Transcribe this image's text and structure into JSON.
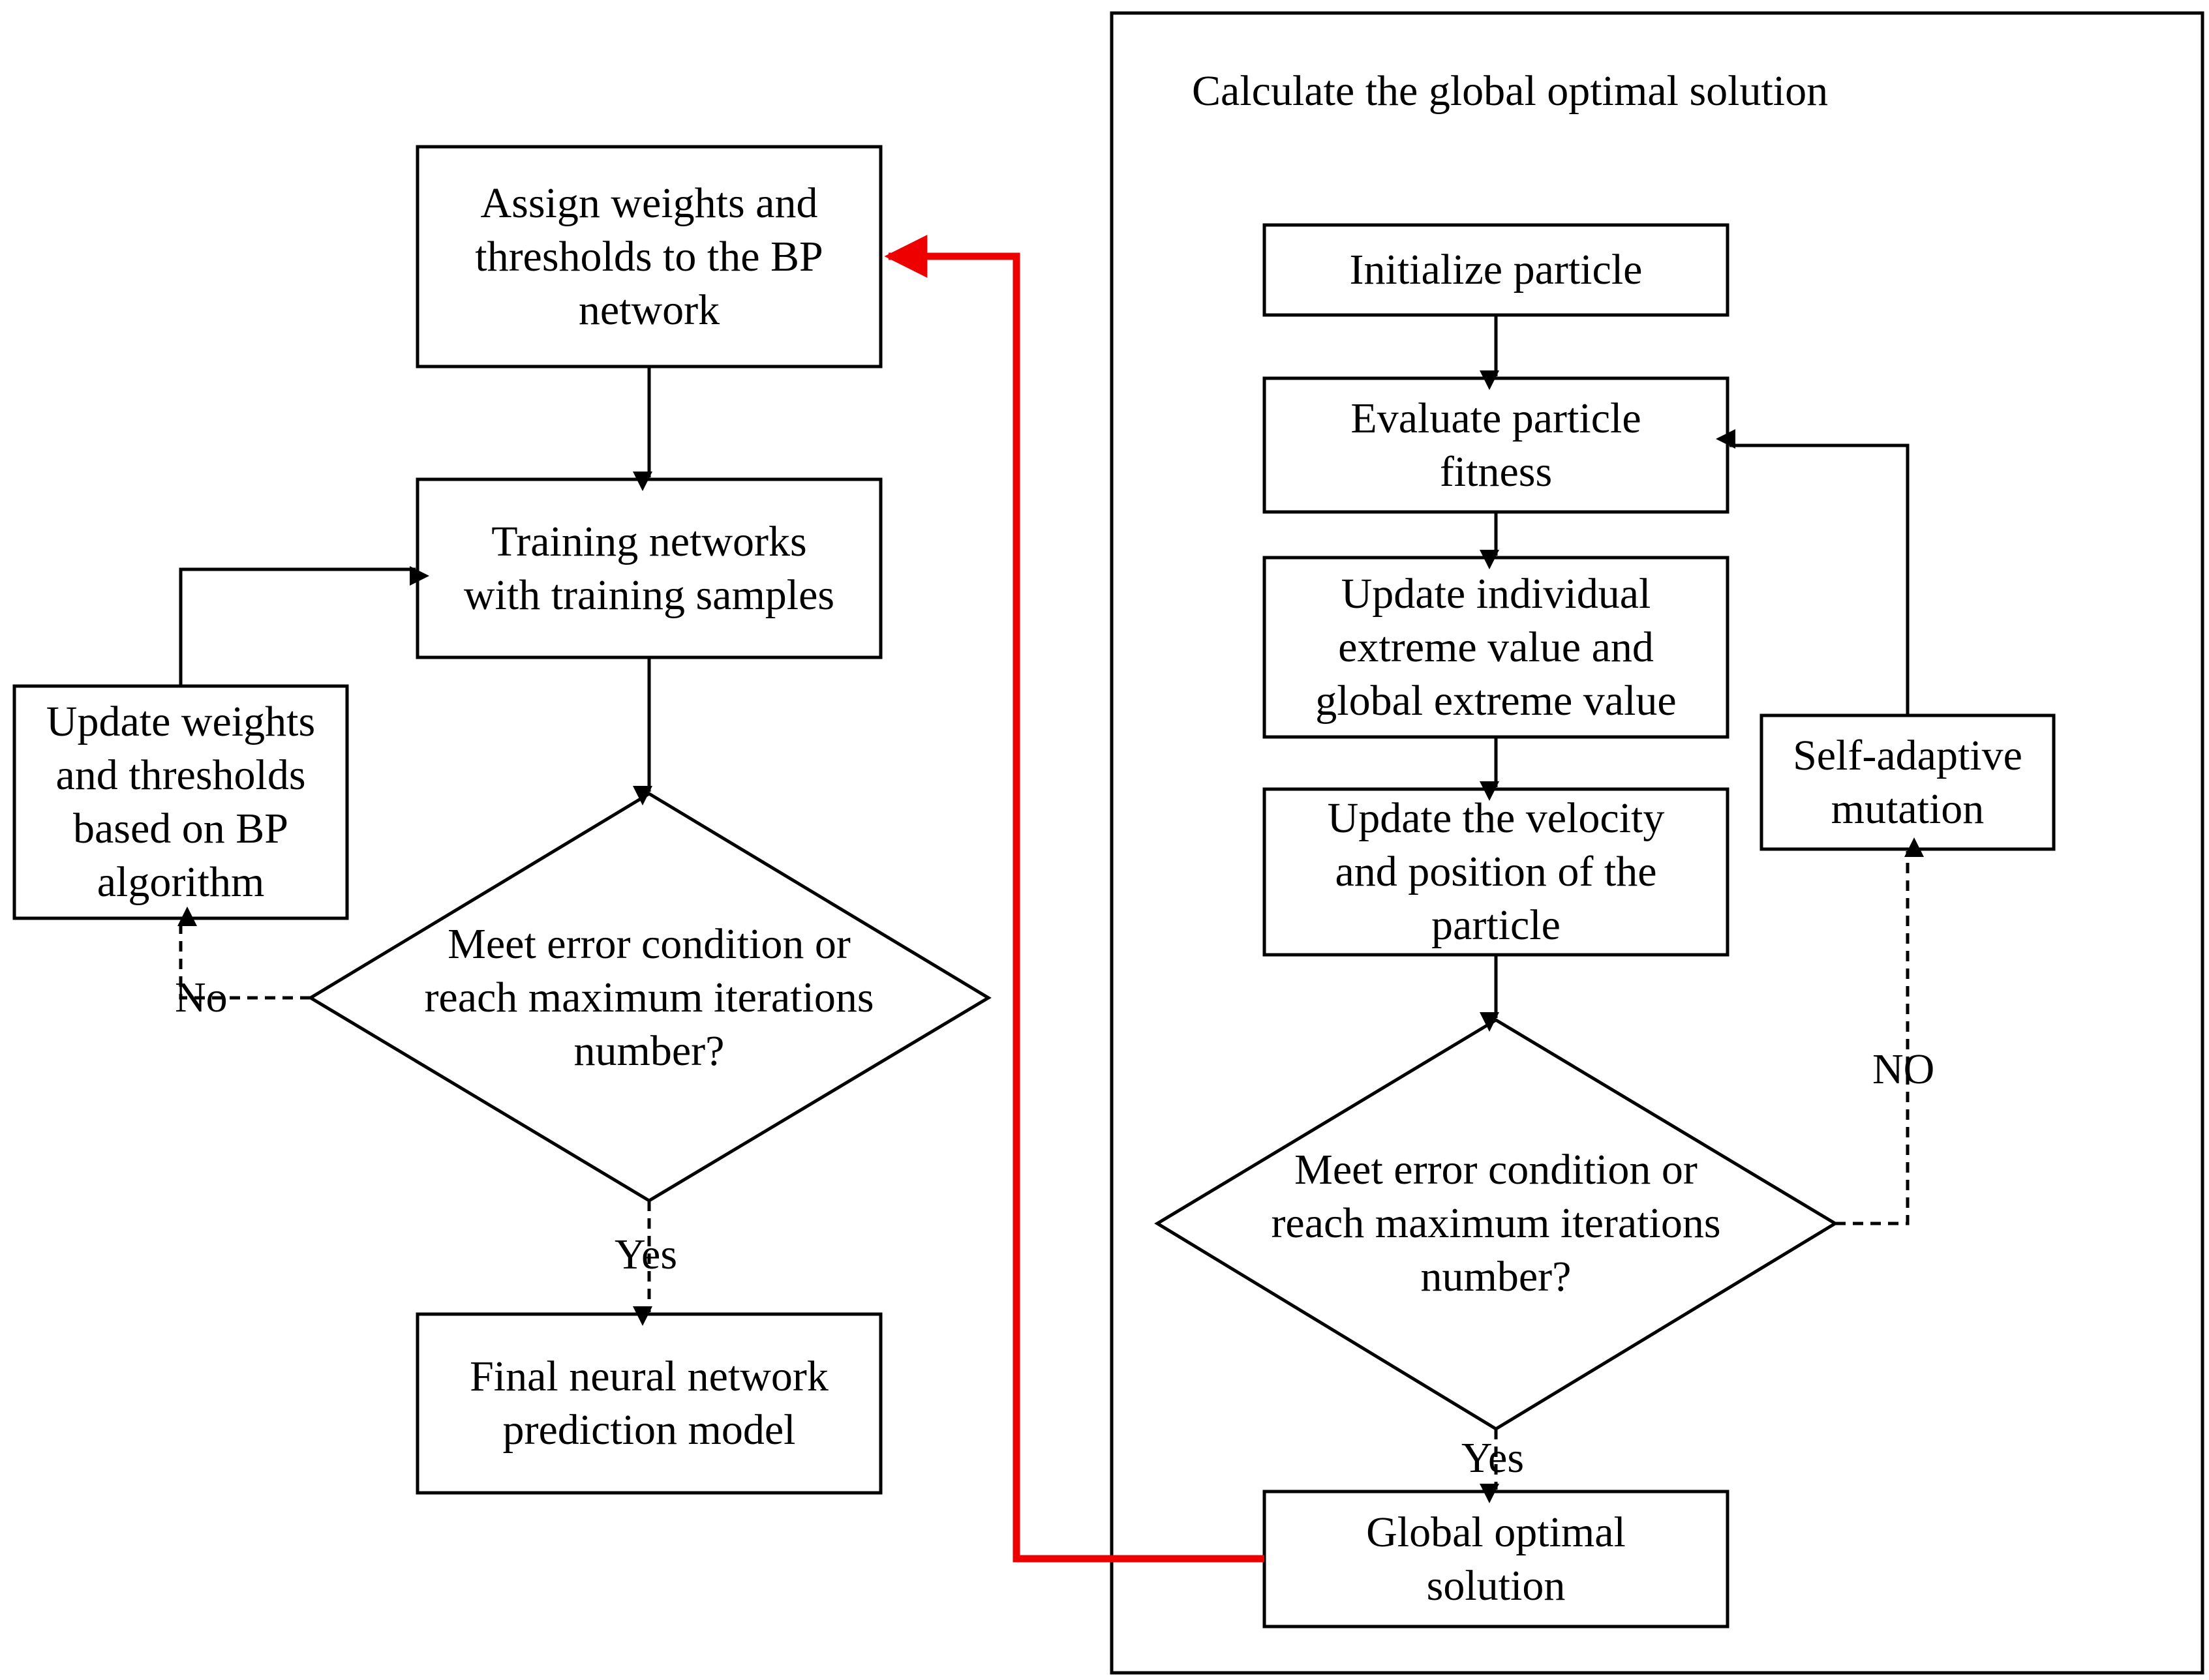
{
  "colors": {
    "line": "#000000",
    "highlight_arrow": "#ee0000",
    "background": "#ffffff"
  },
  "optimizer_panel": {
    "title": "Calculate the global optimal solution"
  },
  "nodes": {
    "assign_weights": [
      "Assign weights and",
      "thresholds to the BP",
      "network"
    ],
    "training_networks": [
      "Training networks",
      "with training samples"
    ],
    "bp_decision": [
      "Meet error condition or",
      "reach maximum iterations",
      "number?"
    ],
    "update_weights": [
      "Update weights",
      "and thresholds",
      "based on BP",
      "algorithm"
    ],
    "final_model": [
      "Final neural network",
      "prediction model"
    ],
    "initialize_particle": [
      "Initialize particle"
    ],
    "evaluate_fitness": [
      "Evaluate particle",
      "fitness"
    ],
    "update_extremes": [
      "Update individual",
      "extreme value and",
      "global extreme value"
    ],
    "update_velocity": [
      "Update the velocity",
      "and position of the",
      "particle"
    ],
    "pso_decision": [
      "Meet error condition or",
      "reach maximum iterations",
      "number?"
    ],
    "self_adaptive_mutation": [
      "Self-adaptive",
      "mutation"
    ],
    "global_optimal_solution": [
      "Global optimal",
      "solution"
    ]
  },
  "edge_labels": {
    "bp_no": "No",
    "bp_yes": "Yes",
    "pso_no": "NO",
    "pso_yes": "Yes"
  }
}
